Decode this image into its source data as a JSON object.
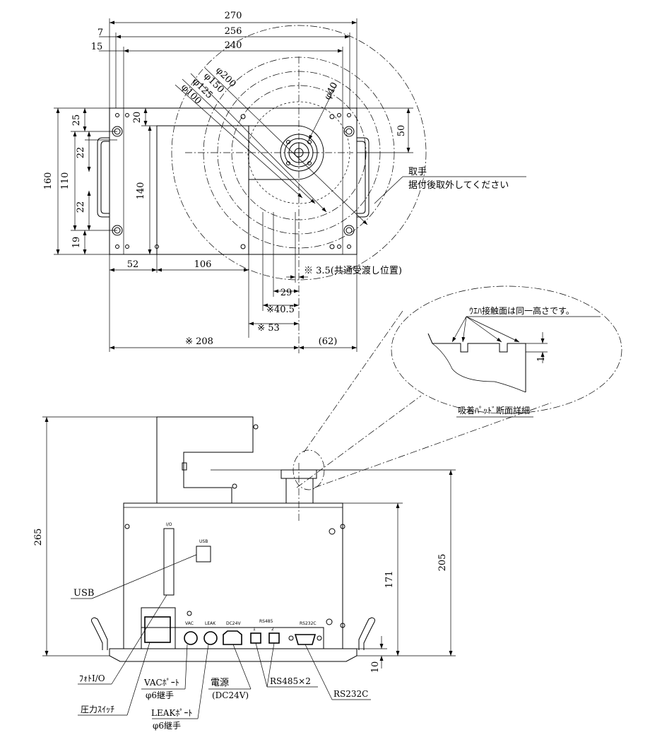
{
  "top_view": {
    "dims": {
      "d270": "270",
      "d256": "256",
      "d240": "240",
      "d7": "7",
      "d15": "15",
      "d160": "160",
      "d110": "110",
      "d25": "25",
      "d22a": "22",
      "d22b": "22",
      "d19": "19",
      "d20": "20",
      "d140": "140",
      "d50": "50",
      "d52": "52",
      "d106": "106",
      "d35": "※ 3.5(共通受渡し位置)",
      "d29": "29",
      "d405": "※40.5",
      "d53": "※ 53",
      "d208": "※ 208",
      "d62": "(62)"
    },
    "phi": {
      "p200": "φ200",
      "p150": "φ150",
      "p125": "φ125",
      "p100": "φ100",
      "p40": "φ40"
    },
    "handle_note": [
      "取手",
      "据付後取外してください"
    ]
  },
  "detail": {
    "note1": "ｳｴﾊ接触面は同一高さです。",
    "dim1": "1",
    "title": "吸着ﾊﾟｯﾄﾞ断面詳細"
  },
  "front_view": {
    "dims": {
      "d265": "265",
      "d205": "205",
      "d171": "171",
      "d10": "10"
    },
    "panel_labels": {
      "io": "I/O",
      "usb": "USB",
      "vac": "VAC",
      "leak": "LEAK",
      "dc24v": "DC24V",
      "rs485": "RS485",
      "rs1": "1",
      "rs2": "2",
      "rs232c": "RS232C"
    },
    "callouts": {
      "usb": "USB",
      "photo": "ﾌｫﾄI/O",
      "pressure": "圧力ｽｲｯﾁ",
      "vac1": "VACﾎﾟｰﾄ",
      "vac2": "φ6継手",
      "leak1": "LEAKﾎﾟｰﾄ",
      "leak2": "φ6継手",
      "power1": "電源",
      "power2": "(DC24V)",
      "rs485": "RS485×2",
      "rs232c": "RS232C"
    }
  }
}
